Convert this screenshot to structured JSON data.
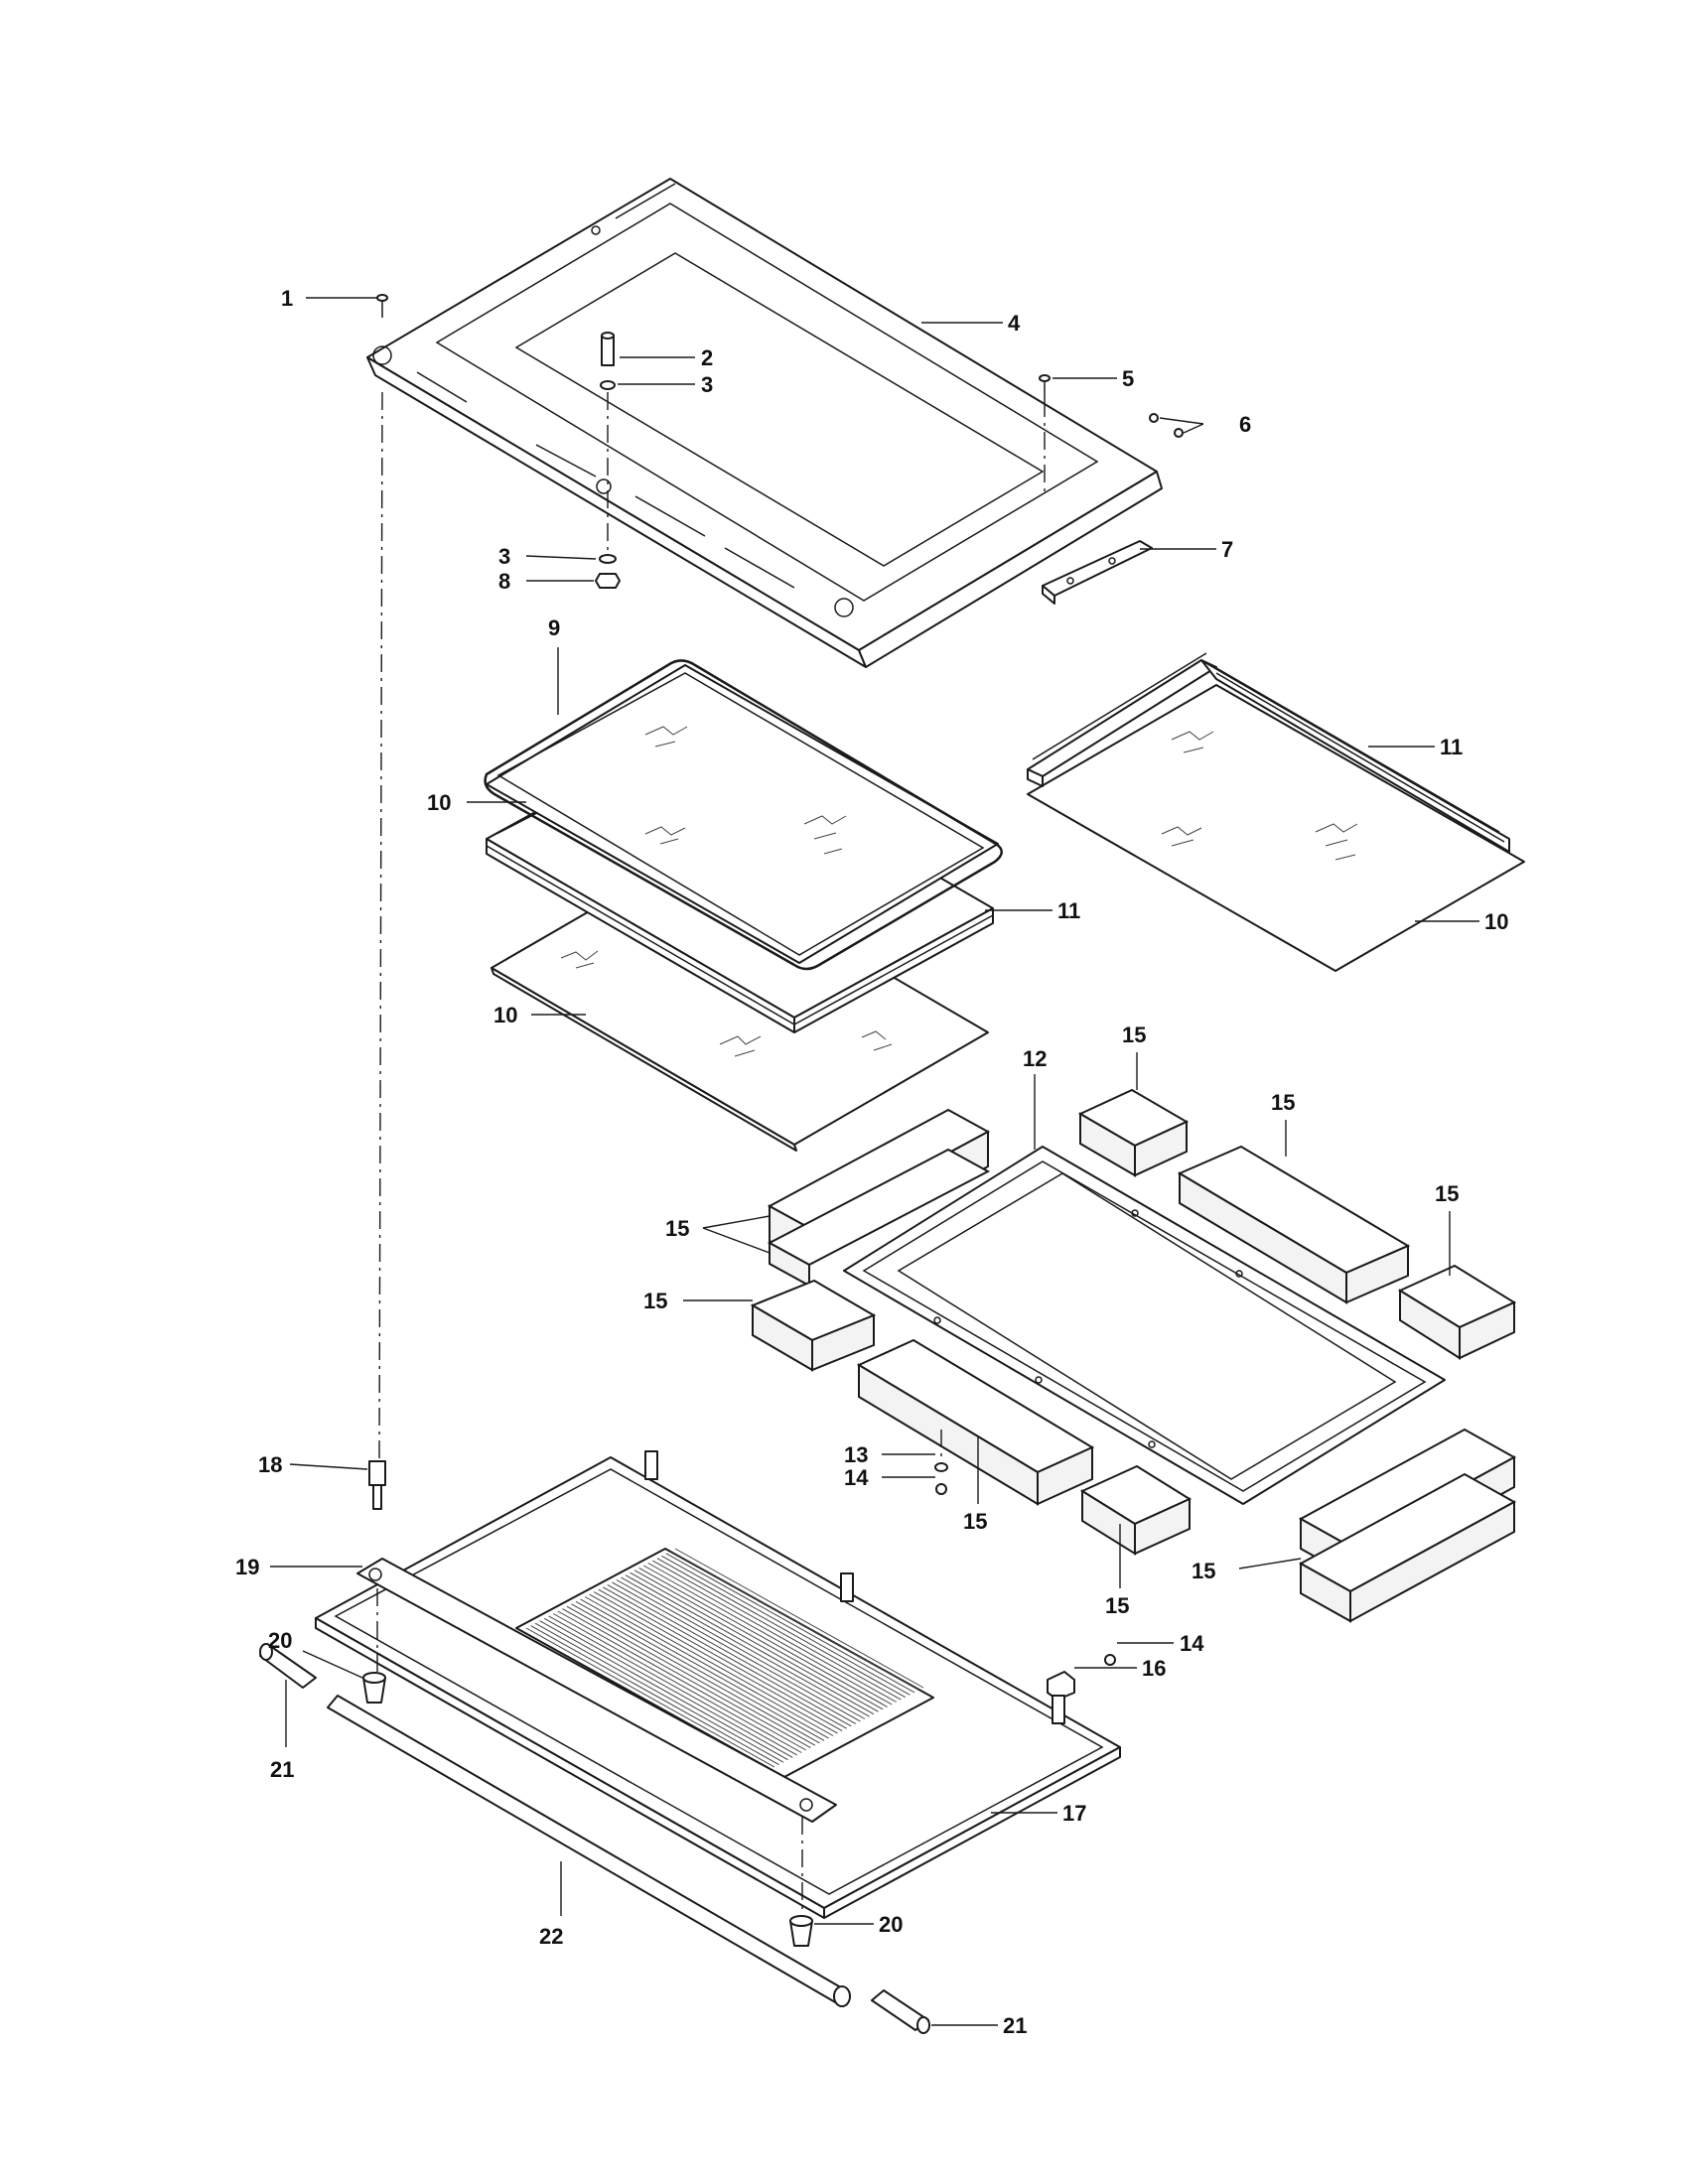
{
  "callouts": {
    "c1": "1",
    "c2": "2",
    "c3a": "3",
    "c3b": "3",
    "c4": "4",
    "c5": "5",
    "c6": "6",
    "c7": "7",
    "c8": "8",
    "c9": "9",
    "c10a": "10",
    "c10b": "10",
    "c10c": "10",
    "c11a": "11",
    "c11b": "11",
    "c12": "12",
    "c13": "13",
    "c14a": "14",
    "c14b": "14",
    "c15a": "15",
    "c15b": "15",
    "c15c": "15",
    "c15d": "15",
    "c15e": "15",
    "c15f": "15",
    "c15g": "15",
    "c15h": "15",
    "c16": "16",
    "c17": "17",
    "c18": "18",
    "c19": "19",
    "c20a": "20",
    "c20b": "20",
    "c21a": "21",
    "c21b": "21",
    "c22": "22"
  },
  "colors": {
    "line": "#1a1a1a",
    "background": "#ffffff"
  }
}
